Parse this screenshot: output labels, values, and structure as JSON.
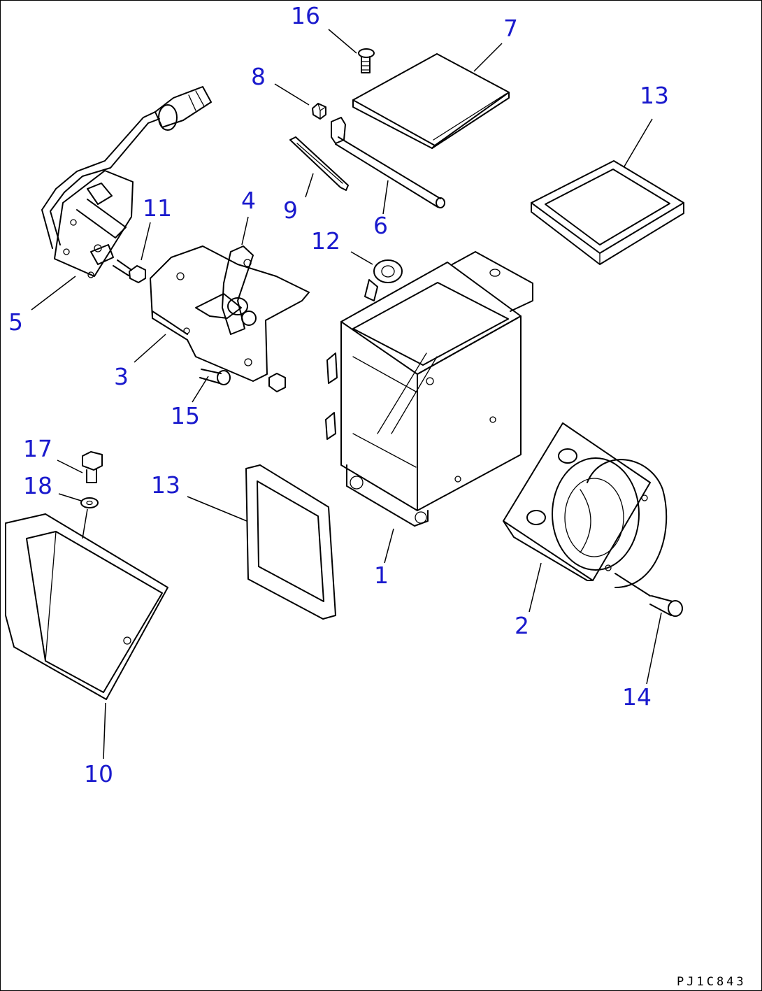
{
  "drawing_code": "PJ1C843",
  "callouts": [
    "1",
    "2",
    "3",
    "4",
    "5",
    "6",
    "7",
    "8",
    "9",
    "10",
    "11",
    "12",
    "13",
    "13",
    "14",
    "15",
    "16",
    "17",
    "18"
  ],
  "colors": {
    "callout": "#1a1acd",
    "line": "#000000",
    "background": "#ffffff"
  }
}
